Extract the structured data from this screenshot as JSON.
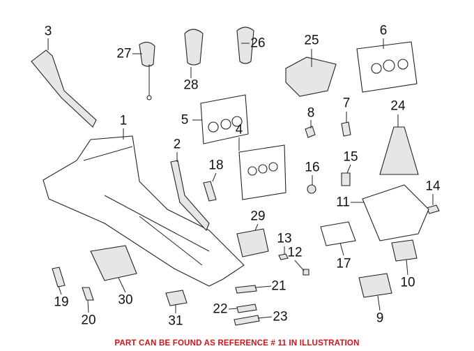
{
  "diagram": {
    "callouts": [
      "1",
      "2",
      "3",
      "4",
      "5",
      "6",
      "7",
      "8",
      "9",
      "10",
      "11",
      "12",
      "13",
      "14",
      "15",
      "16",
      "17",
      "18",
      "19",
      "20",
      "21",
      "22",
      "23",
      "24",
      "25",
      "26",
      "27",
      "28",
      "29",
      "30",
      "31"
    ],
    "footer_note": "PART CAN BE FOUND AS REFERENCE # 11 IN ILLUSTRATION",
    "footer_color": "#d0121b"
  }
}
